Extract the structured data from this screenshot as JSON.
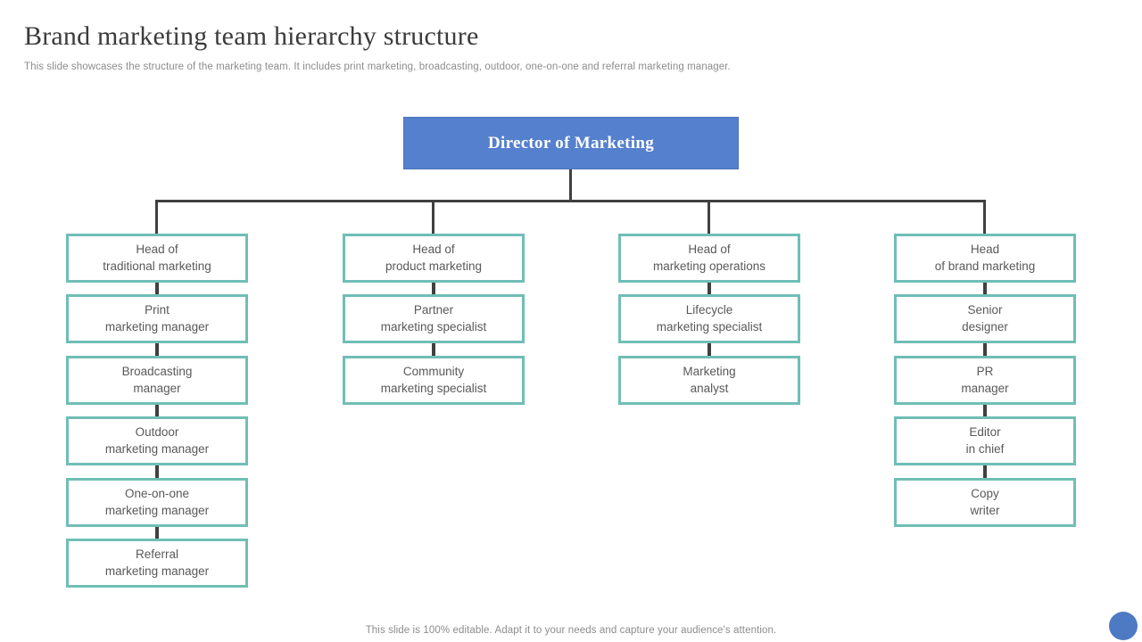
{
  "slide": {
    "title": "Brand marketing team hierarchy structure",
    "subtitle": "This slide showcases the structure of the marketing team. It includes print marketing, broadcasting, outdoor, one-on-one and referral marketing manager.",
    "footer": "This slide is 100% editable. Adapt it to your needs and capture your audience's attention."
  },
  "colors": {
    "director_box_blue": "#5580CD",
    "decorative_circle_blue": "#4E7AC4",
    "node_border_teal": "#70BEB6",
    "connector_gray": "#404040",
    "node_text_gray": "#595959",
    "muted_text_gray": "#8C8C8C",
    "title_gray": "#3B3B3B"
  },
  "org": {
    "root": {
      "label": "Director of Marketing"
    },
    "columns": [
      {
        "boxes": [
          {
            "line1": "Head of",
            "line2": "traditional marketing"
          },
          {
            "line1": "Print",
            "line2": "marketing manager"
          },
          {
            "line1": "Broadcasting",
            "line2": "manager"
          },
          {
            "line1": "Outdoor",
            "line2": "marketing manager"
          },
          {
            "line1": "One-on-one",
            "line2": "marketing manager"
          },
          {
            "line1": "Referral",
            "line2": "marketing manager"
          }
        ]
      },
      {
        "boxes": [
          {
            "line1": "Head of",
            "line2": "product marketing"
          },
          {
            "line1": "Partner",
            "line2": "marketing specialist"
          },
          {
            "line1": "Community",
            "line2": "marketing specialist"
          }
        ]
      },
      {
        "boxes": [
          {
            "line1": "Head of",
            "line2": "marketing operations"
          },
          {
            "line1": "Lifecycle",
            "line2": "marketing specialist"
          },
          {
            "line1": "Marketing",
            "line2": "analyst"
          }
        ]
      },
      {
        "boxes": [
          {
            "line1": "Head",
            "line2": "of brand marketing"
          },
          {
            "line1": "Senior",
            "line2": "designer"
          },
          {
            "line1": "PR",
            "line2": "manager"
          },
          {
            "line1": "Editor",
            "line2": "in chief"
          },
          {
            "line1": "Copy",
            "line2": "writer"
          }
        ]
      }
    ]
  }
}
